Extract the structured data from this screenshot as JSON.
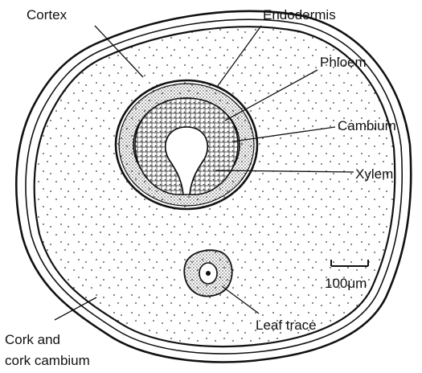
{
  "labels": {
    "cortex": "Cortex",
    "endodermis": "Endodermis",
    "phloem": "Phloem",
    "cambium": "Cambium",
    "xylem": "Xylem",
    "scale": "100μm",
    "leaf_trace": "Leaf trace",
    "cork_line1": "Cork and",
    "cork_line2": "cork cambium"
  }
}
